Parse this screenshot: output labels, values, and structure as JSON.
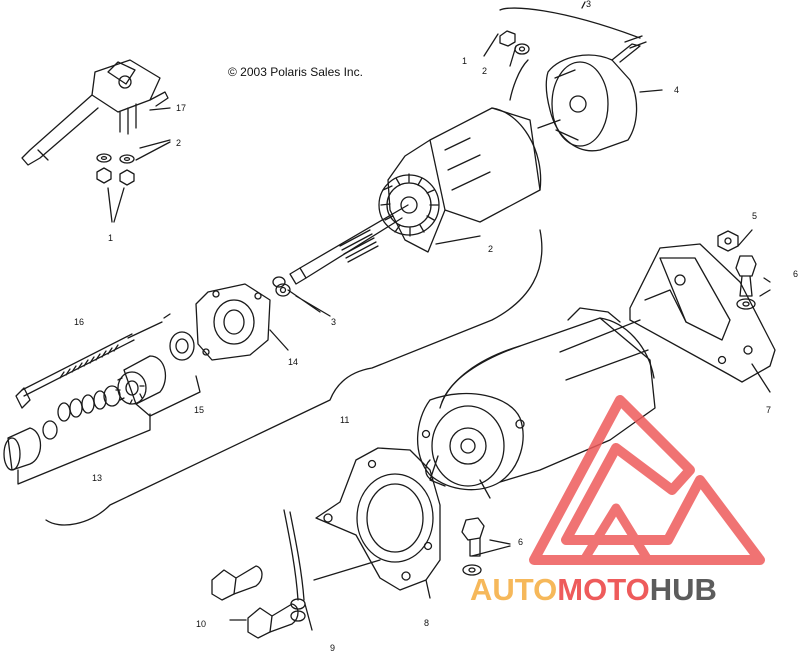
{
  "copyright": "© 2003 Polaris Sales Inc.",
  "callouts": {
    "c1a": "1",
    "c1b": "1",
    "c2a": "2",
    "c2b": "2",
    "c2c": "2",
    "c3top": "3",
    "c3b": "3",
    "c4": "4",
    "c5": "5",
    "c6a": "6",
    "c6b": "6",
    "c7": "7",
    "c8": "8",
    "c9": "9",
    "c10": "10",
    "c11": "11",
    "c13": "13",
    "c14": "14",
    "c15": "15",
    "c16": "16",
    "c17": "17"
  },
  "watermark": {
    "part1": "AUTO",
    "part2": "MOTO",
    "part3": "HUB"
  },
  "colors": {
    "line": "#1a1a1a",
    "logo_red": "#ee5b5b",
    "logo_orange": "#f6b85a",
    "logo_gray": "#5c5c5c"
  }
}
